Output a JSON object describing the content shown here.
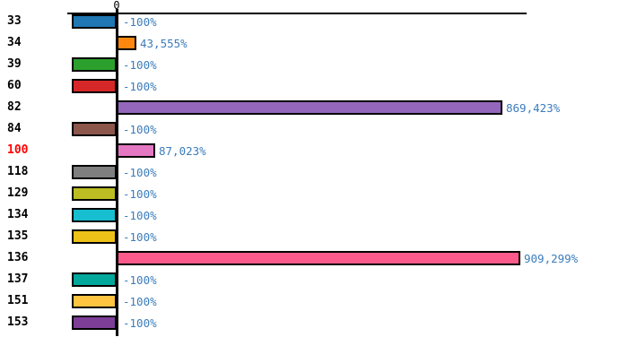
{
  "chart_data": {
    "type": "bar",
    "orientation": "horizontal",
    "title": "",
    "xlabel": "",
    "ylabel": "",
    "categories": [
      "33",
      "34",
      "39",
      "60",
      "82",
      "84",
      "100",
      "118",
      "129",
      "134",
      "135",
      "136",
      "137",
      "151",
      "153"
    ],
    "values_percent": [
      -100,
      43555,
      -100,
      -100,
      869423,
      -100,
      87023,
      -100,
      -100,
      -100,
      -100,
      909299,
      -100,
      -100,
      -100
    ],
    "value_labels": [
      "-100%",
      "43,555%",
      "-100%",
      "-100%",
      "869,423%",
      "-100%",
      "87,023%",
      "-100%",
      "-100%",
      "-100%",
      "-100%",
      "909,299%",
      "-100%",
      "-100%",
      "-100%"
    ],
    "bar_colors": [
      "#1f77b4",
      "#ff870f",
      "#2ca02c",
      "#d62728",
      "#9467bd",
      "#8c564b",
      "#e377c2",
      "#7f7f7f",
      "#bcbd22",
      "#17becf",
      "#edc118",
      "#fb5a8b",
      "#00a79b",
      "#ffc440",
      "#7d3e98"
    ],
    "highlighted_categories": [
      "100"
    ],
    "axis": {
      "zero_tick_label": "0",
      "xmax_percent": 909299,
      "grid": false,
      "legend": "none"
    },
    "colors": {
      "background": "#ffffff",
      "axis_line": "#000000",
      "bar_outline": "#000000",
      "category_label": "#000000",
      "highlighted_category_label": "#ff0000",
      "value_label": "#3b7cbb"
    }
  }
}
